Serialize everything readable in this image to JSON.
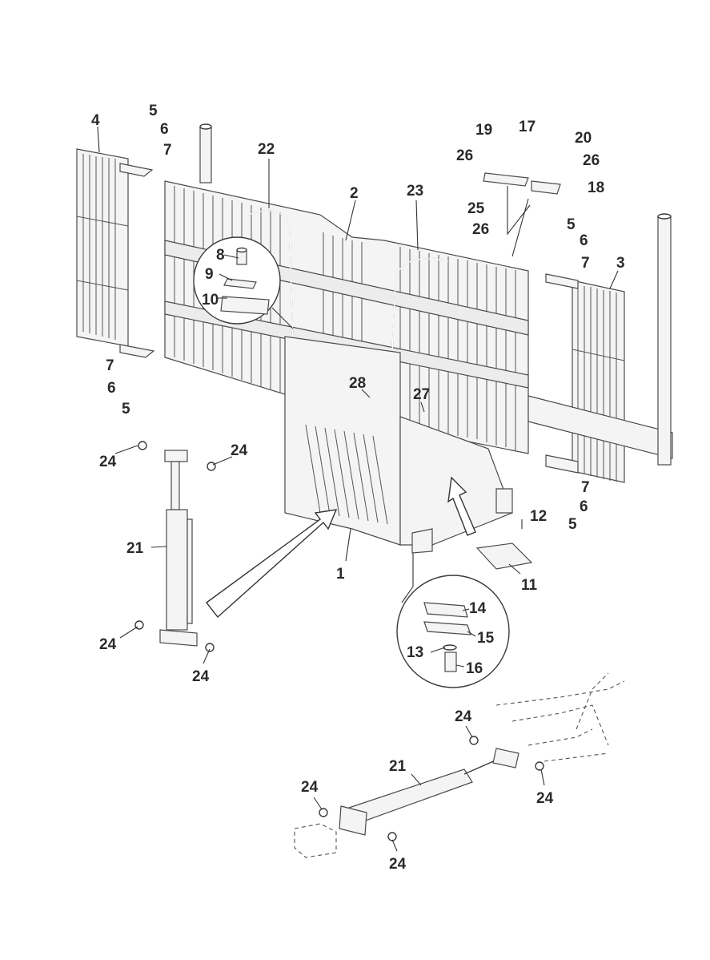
{
  "callouts": [
    {
      "id": "1",
      "text": "1"
    },
    {
      "id": "2",
      "text": "2"
    },
    {
      "id": "3",
      "text": "3"
    },
    {
      "id": "4",
      "text": "4"
    },
    {
      "id": "5a",
      "text": "5"
    },
    {
      "id": "6a",
      "text": "6"
    },
    {
      "id": "7a",
      "text": "7"
    },
    {
      "id": "7b",
      "text": "7"
    },
    {
      "id": "6b",
      "text": "6"
    },
    {
      "id": "5b",
      "text": "5"
    },
    {
      "id": "5c",
      "text": "5"
    },
    {
      "id": "6c",
      "text": "6"
    },
    {
      "id": "7c",
      "text": "7"
    },
    {
      "id": "7d",
      "text": "7"
    },
    {
      "id": "6d",
      "text": "6"
    },
    {
      "id": "5d",
      "text": "5"
    },
    {
      "id": "8",
      "text": "8"
    },
    {
      "id": "9",
      "text": "9"
    },
    {
      "id": "10",
      "text": "10"
    },
    {
      "id": "11",
      "text": "11"
    },
    {
      "id": "12",
      "text": "12"
    },
    {
      "id": "13",
      "text": "13"
    },
    {
      "id": "14",
      "text": "14"
    },
    {
      "id": "15",
      "text": "15"
    },
    {
      "id": "16",
      "text": "16"
    },
    {
      "id": "17",
      "text": "17"
    },
    {
      "id": "18",
      "text": "18"
    },
    {
      "id": "19",
      "text": "19"
    },
    {
      "id": "20",
      "text": "20"
    },
    {
      "id": "21a",
      "text": "21"
    },
    {
      "id": "21b",
      "text": "21"
    },
    {
      "id": "22",
      "text": "22"
    },
    {
      "id": "23",
      "text": "23"
    },
    {
      "id": "24a",
      "text": "24"
    },
    {
      "id": "24b",
      "text": "24"
    },
    {
      "id": "24c",
      "text": "24"
    },
    {
      "id": "24d",
      "text": "24"
    },
    {
      "id": "24e",
      "text": "24"
    },
    {
      "id": "24f",
      "text": "24"
    },
    {
      "id": "24g",
      "text": "24"
    },
    {
      "id": "24h",
      "text": "24"
    },
    {
      "id": "25",
      "text": "25"
    },
    {
      "id": "26a",
      "text": "26"
    },
    {
      "id": "26b",
      "text": "26"
    },
    {
      "id": "26c",
      "text": "26"
    },
    {
      "id": "27",
      "text": "27"
    },
    {
      "id": "28",
      "text": "28"
    }
  ]
}
